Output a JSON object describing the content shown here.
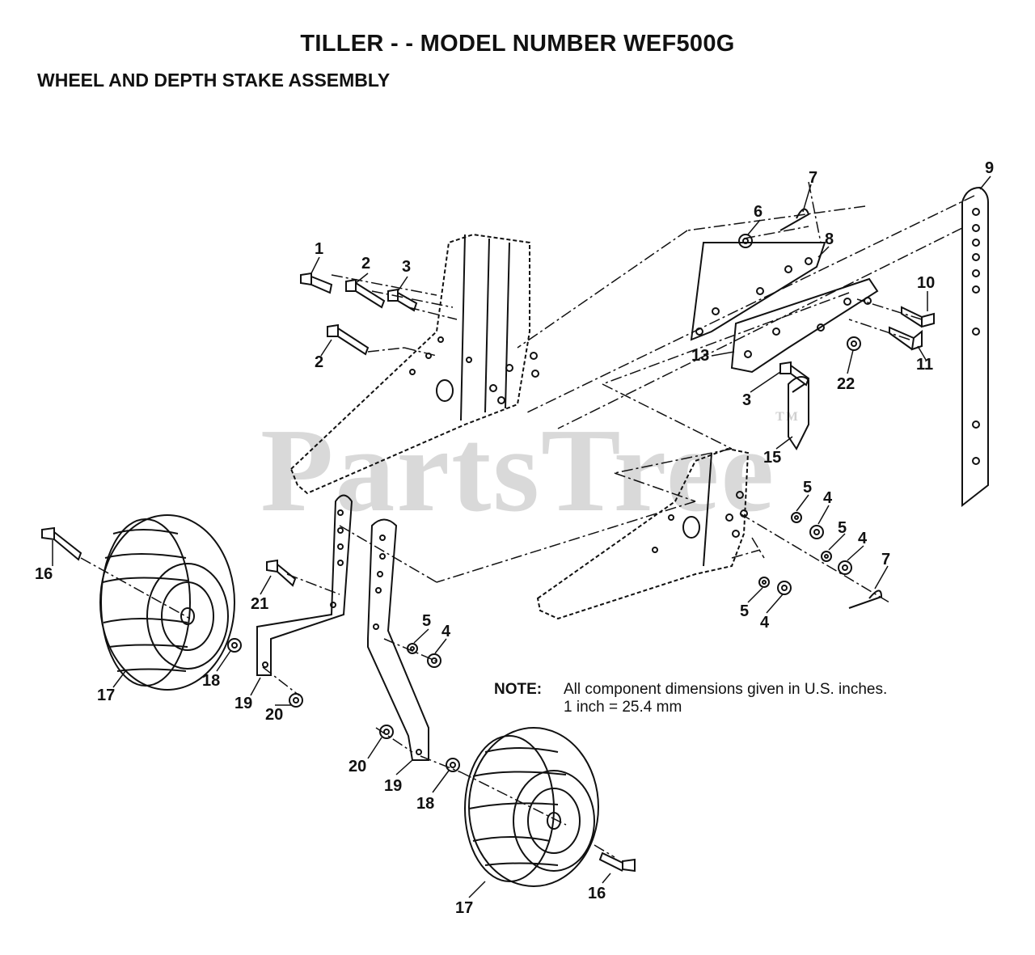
{
  "header": {
    "title": "TILLER - - MODEL NUMBER WEF500G",
    "subtitle": "WHEEL AND DEPTH STAKE ASSEMBLY"
  },
  "watermark": {
    "text": "PartsTree",
    "tm": "TM"
  },
  "note": {
    "label": "NOTE:",
    "line1": "All component dimensions given in U.S. inches.",
    "line2": "1 inch = 25.4 mm"
  },
  "callouts": [
    {
      "id": "c1",
      "text": "1"
    },
    {
      "id": "c2a",
      "text": "2"
    },
    {
      "id": "c2b",
      "text": "2"
    },
    {
      "id": "c3a",
      "text": "3"
    },
    {
      "id": "c3b",
      "text": "3"
    },
    {
      "id": "c6",
      "text": "6"
    },
    {
      "id": "c7a",
      "text": "7"
    },
    {
      "id": "c8",
      "text": "8"
    },
    {
      "id": "c9",
      "text": "9"
    },
    {
      "id": "c10",
      "text": "10"
    },
    {
      "id": "c11",
      "text": "11"
    },
    {
      "id": "c13",
      "text": "13"
    },
    {
      "id": "c22",
      "text": "22"
    },
    {
      "id": "c15",
      "text": "15"
    },
    {
      "id": "c5a",
      "text": "5"
    },
    {
      "id": "c4a",
      "text": "4"
    },
    {
      "id": "c5b",
      "text": "5"
    },
    {
      "id": "c4b",
      "text": "4"
    },
    {
      "id": "c7b",
      "text": "7"
    },
    {
      "id": "c5c",
      "text": "5"
    },
    {
      "id": "c4c",
      "text": "4"
    },
    {
      "id": "c16a",
      "text": "16"
    },
    {
      "id": "c21",
      "text": "21"
    },
    {
      "id": "c5d",
      "text": "5"
    },
    {
      "id": "c4d",
      "text": "4"
    },
    {
      "id": "c18a",
      "text": "18"
    },
    {
      "id": "c17a",
      "text": "17"
    },
    {
      "id": "c19a",
      "text": "19"
    },
    {
      "id": "c20a",
      "text": "20"
    },
    {
      "id": "c20b",
      "text": "20"
    },
    {
      "id": "c19b",
      "text": "19"
    },
    {
      "id": "c18b",
      "text": "18"
    },
    {
      "id": "c16b",
      "text": "16"
    },
    {
      "id": "c17b",
      "text": "17"
    }
  ]
}
